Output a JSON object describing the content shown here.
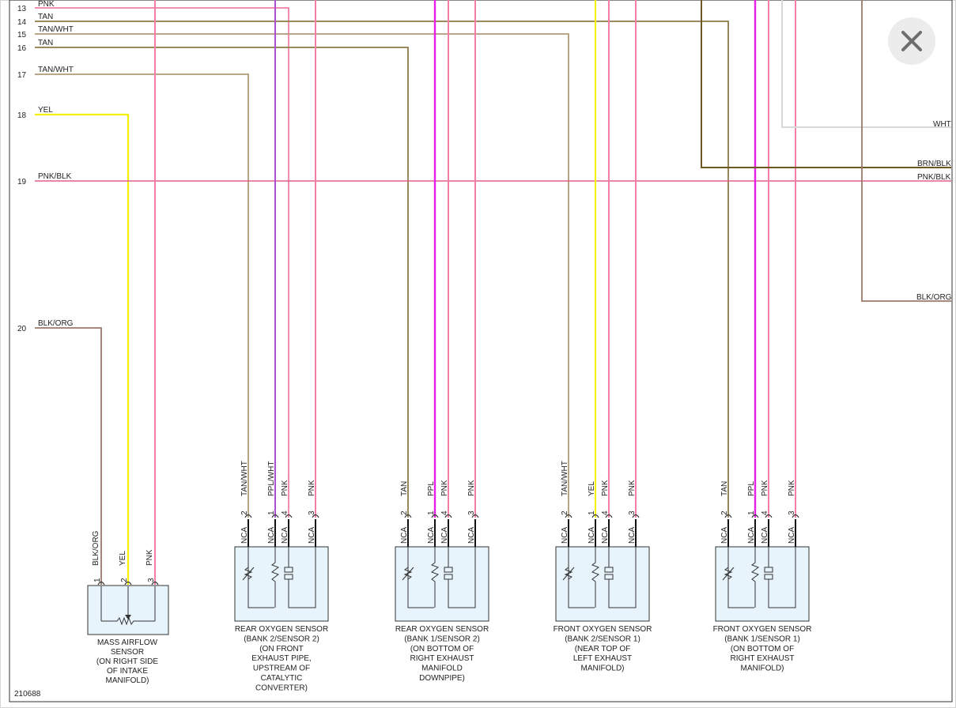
{
  "diagram_id": "210688",
  "colors": {
    "PNK": "#f47ea8",
    "TAN": "#8c7a4a",
    "TAN/WHT": "#b09a78",
    "YEL": "#f4f000",
    "PNK/BLK": "#e06088",
    "BLK/ORG": "#9a7a6a",
    "PPL": "#e61ee6",
    "PPL/WHT": "#a94fd0",
    "WHT": "#d8d8d8",
    "BRN/BLK": "#6e5a20",
    "box_fill": "#e8f4fc",
    "box_stroke": "#333333"
  },
  "left_wires": [
    {
      "num": "13",
      "color": "PNK"
    },
    {
      "num": "14",
      "color": "TAN"
    },
    {
      "num": "15",
      "color": "TAN/WHT"
    },
    {
      "num": "16",
      "color": "TAN"
    },
    {
      "num": "17",
      "color": "TAN/WHT"
    },
    {
      "num": "18",
      "color": "YEL"
    },
    {
      "num": "19",
      "color": "PNK/BLK"
    },
    {
      "num": "20",
      "color": "BLK/ORG"
    }
  ],
  "right_wires": [
    {
      "color": "WHT"
    },
    {
      "color": "BRN/BLK"
    },
    {
      "color": "PNK/BLK"
    },
    {
      "color": "BLK/ORG"
    }
  ],
  "maf": {
    "pins": [
      {
        "num": "1",
        "color": "BLK/ORG"
      },
      {
        "num": "2",
        "color": "YEL"
      },
      {
        "num": "3",
        "color": "PNK"
      }
    ],
    "caption": [
      "MASS AIRFLOW",
      "SENSOR",
      "(ON RIGHT SIDE",
      "OF INTAKE",
      "MANIFOLD)"
    ]
  },
  "sensors": [
    {
      "pins": [
        {
          "num": "2",
          "nca": "NCA",
          "color": "TAN/WHT"
        },
        {
          "num": "1",
          "nca": "NCA",
          "color": "PPL/WHT"
        },
        {
          "num": "4",
          "nca": "NCA",
          "color": "PNK"
        },
        {
          "num": "3",
          "nca": "NCA",
          "color": "PNK"
        }
      ],
      "caption": [
        "REAR OXYGEN SENSOR",
        "(BANK 2/SENSOR 2)",
        "(ON FRONT",
        "EXHAUST PIPE,",
        "UPSTREAM OF",
        "CATALYTIC",
        "CONVERTER)"
      ]
    },
    {
      "pins": [
        {
          "num": "2",
          "nca": "NCA",
          "color": "TAN"
        },
        {
          "num": "1",
          "nca": "NCA",
          "color": "PPL"
        },
        {
          "num": "4",
          "nca": "NCA",
          "color": "PNK"
        },
        {
          "num": "3",
          "nca": "NCA",
          "color": "PNK"
        }
      ],
      "caption": [
        "REAR OXYGEN SENSOR",
        "(BANK 1/SENSOR 2)",
        "(ON BOTTOM OF",
        "RIGHT EXHAUST",
        "MANIFOLD",
        "DOWNPIPE)"
      ]
    },
    {
      "pins": [
        {
          "num": "2",
          "nca": "NCA",
          "color": "TAN/WHT"
        },
        {
          "num": "1",
          "nca": "NCA",
          "color": "YEL"
        },
        {
          "num": "4",
          "nca": "NCA",
          "color": "PNK"
        },
        {
          "num": "3",
          "nca": "NCA",
          "color": "PNK"
        }
      ],
      "caption": [
        "FRONT OXYGEN SENSOR",
        "(BANK 2/SENSOR 1)",
        "(NEAR TOP OF",
        "LEFT EXHAUST",
        "MANIFOLD)"
      ]
    },
    {
      "pins": [
        {
          "num": "2",
          "nca": "NCA",
          "color": "TAN"
        },
        {
          "num": "1",
          "nca": "NCA",
          "color": "PPL"
        },
        {
          "num": "4",
          "nca": "NCA",
          "color": "PNK"
        },
        {
          "num": "3",
          "nca": "NCA",
          "color": "PNK"
        }
      ],
      "caption": [
        "FRONT OXYGEN SENSOR",
        "(BANK 1/SENSOR 1)",
        "(ON BOTTOM OF",
        "RIGHT EXHAUST",
        "MANIFOLD)"
      ]
    }
  ],
  "close_button": {
    "icon": "close-icon"
  }
}
